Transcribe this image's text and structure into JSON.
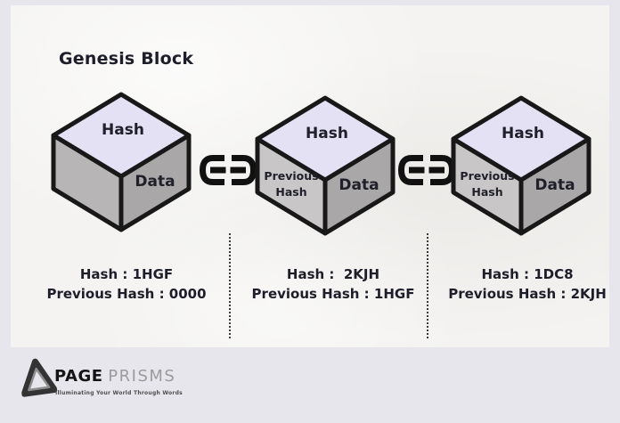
{
  "title": "Genesis Block",
  "cubes": [
    {
      "top": "Hash",
      "right": "Data"
    },
    {
      "top": "Hash",
      "left1": "Previous",
      "left2": "Hash",
      "right": "Data"
    },
    {
      "top": "Hash",
      "left1": "Previous",
      "left2": "Hash",
      "right": "Data"
    }
  ],
  "captions": [
    {
      "hash": "Hash : 1HGF",
      "prev": "Previous Hash : 0000"
    },
    {
      "hash": "Hash :  2KJH",
      "prev": "Previous Hash : 1HGF"
    },
    {
      "hash": "Hash : 1DC8",
      "prev": "Previous Hash : 2KJH"
    }
  ],
  "logo": {
    "brand_bold": "PAGE",
    "brand_light": "PRISMS",
    "tagline": "Illuminating Your World Through Words"
  },
  "colors": {
    "frame": "#e7e6ed",
    "paper": "#f4f3f1",
    "cube_top": "#e4e1f5",
    "cube_left_genesis": "#b7b5b5",
    "cube_left": "#c8c6c6",
    "cube_right": "#a9a7a7",
    "outline": "#181818",
    "ink": "#1e1e2a",
    "link": "#111111",
    "divider": "#3a3a3a",
    "brand_gray": "#9b9b9b"
  }
}
